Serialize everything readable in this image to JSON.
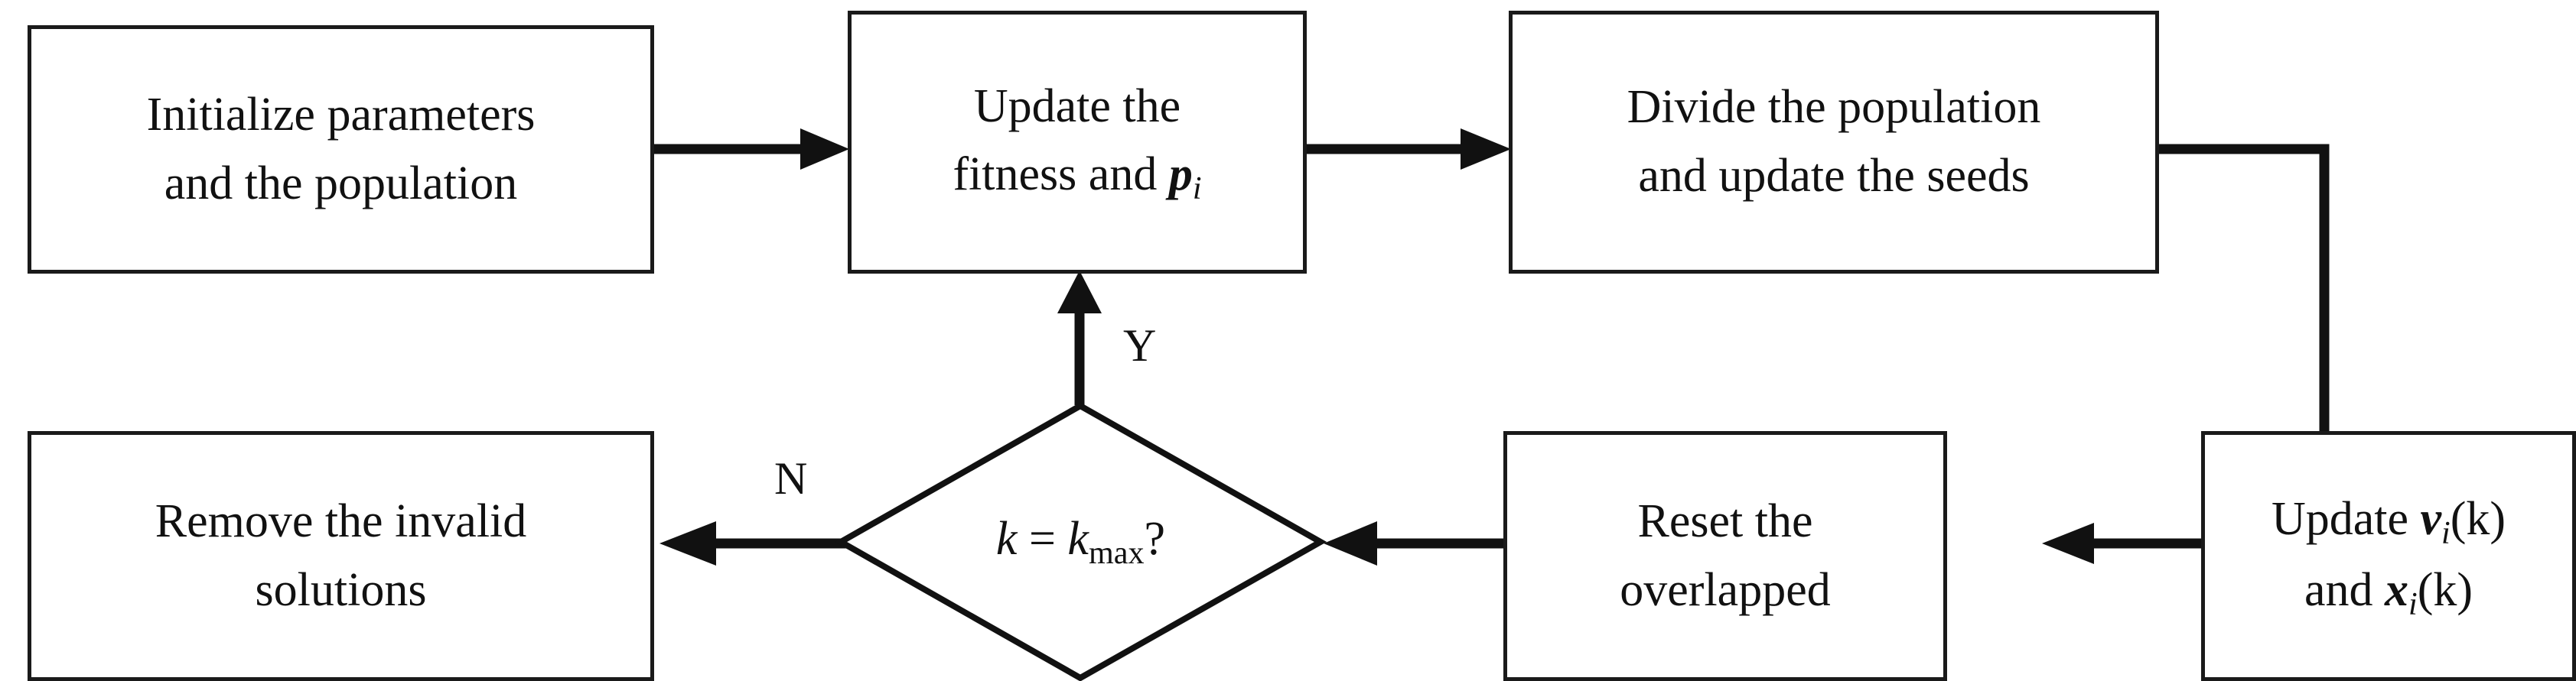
{
  "diagram": {
    "title": "Algorithm flowchart",
    "type": "flowchart",
    "colors": {
      "stroke": "#1a1a1a",
      "fill": "#ffffff",
      "text": "#111111"
    },
    "nodes": [
      {
        "id": "init",
        "shape": "rectangle",
        "line1": "Initialize parameters",
        "line2": "and the population",
        "plain": "Initialize parameters and the population"
      },
      {
        "id": "update-fitness",
        "shape": "rectangle",
        "line1": "Update the",
        "line2_prefix": "fitness and ",
        "line2_var": "p",
        "line2_sub": "i",
        "plain": "Update the fitness and p_i"
      },
      {
        "id": "divide-population",
        "shape": "rectangle",
        "line1": "Divide the population",
        "line2": "and update the seeds",
        "plain": "Divide the population and update the seeds"
      },
      {
        "id": "update-vx",
        "shape": "rectangle",
        "line1_prefix": "Update ",
        "line1_var": "v",
        "line1_sub": "i",
        "line1_suffix": "(k)",
        "line2_prefix": "and ",
        "line2_var": "x",
        "line2_sub": "i",
        "line2_suffix": "(k)",
        "plain": "Update v_i(k) and x_i(k)"
      },
      {
        "id": "reset-overlapped",
        "shape": "rectangle",
        "line1": "Reset the",
        "line2": "overlapped",
        "plain": "Reset the overlapped"
      },
      {
        "id": "decision",
        "shape": "diamond",
        "expr_lhs": "k",
        "expr_eq": " = ",
        "expr_rhs_var": "k",
        "expr_rhs_sub": "max",
        "expr_tail": "?",
        "plain": "k = k_max?"
      },
      {
        "id": "remove-invalid",
        "shape": "rectangle",
        "line1": "Remove the invalid",
        "line2": "solutions",
        "plain": "Remove the invalid solutions"
      }
    ],
    "edges": [
      {
        "id": "e1",
        "from": "init",
        "to": "update-fitness",
        "label": ""
      },
      {
        "id": "e2",
        "from": "update-fitness",
        "to": "divide-population",
        "label": ""
      },
      {
        "id": "e3",
        "from": "divide-population",
        "to": "update-vx",
        "label": ""
      },
      {
        "id": "e4",
        "from": "update-vx",
        "to": "reset-overlapped",
        "label": ""
      },
      {
        "id": "e5",
        "from": "reset-overlapped",
        "to": "decision",
        "label": ""
      },
      {
        "id": "e6",
        "from": "decision",
        "to": "remove-invalid",
        "label": "N"
      },
      {
        "id": "e7",
        "from": "decision",
        "to": "update-fitness",
        "label": "Y"
      }
    ],
    "edge_labels": {
      "yes": "Y",
      "no": "N"
    }
  }
}
